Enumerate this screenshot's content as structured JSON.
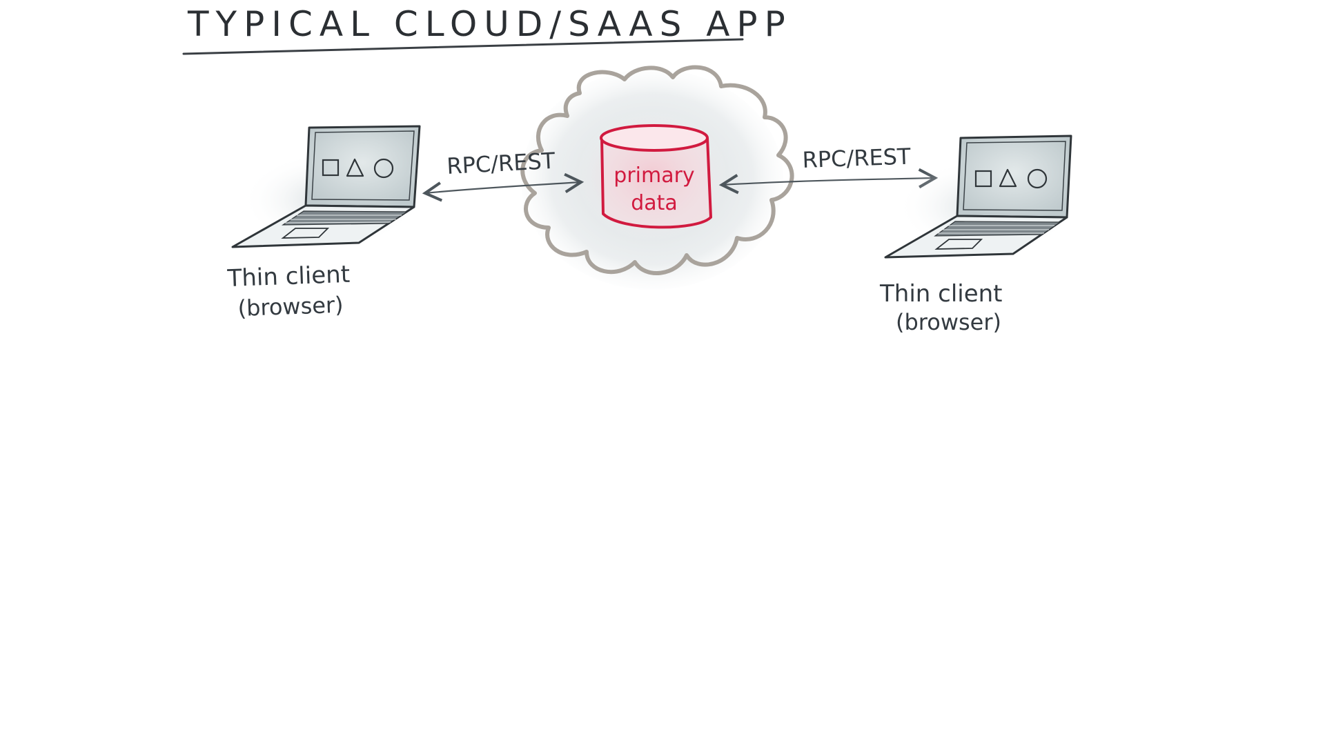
{
  "title": "TYPICAL CLOUD/SAAS APP",
  "left_arrow_label": "RPC/REST",
  "right_arrow_label": "RPC/REST",
  "database": {
    "line1": "primary",
    "line2": "data"
  },
  "left_client": {
    "line1": "Thin client",
    "line2": "(browser)"
  },
  "right_client": {
    "line1": "Thin client",
    "line2": "(browser)"
  },
  "colors": {
    "ink": "#333a40",
    "accent": "#d11a3f",
    "cloud_outline": "#a9a39c",
    "cloud_fill": "#dfe4e6",
    "screen_fill": "#d5dde0"
  }
}
